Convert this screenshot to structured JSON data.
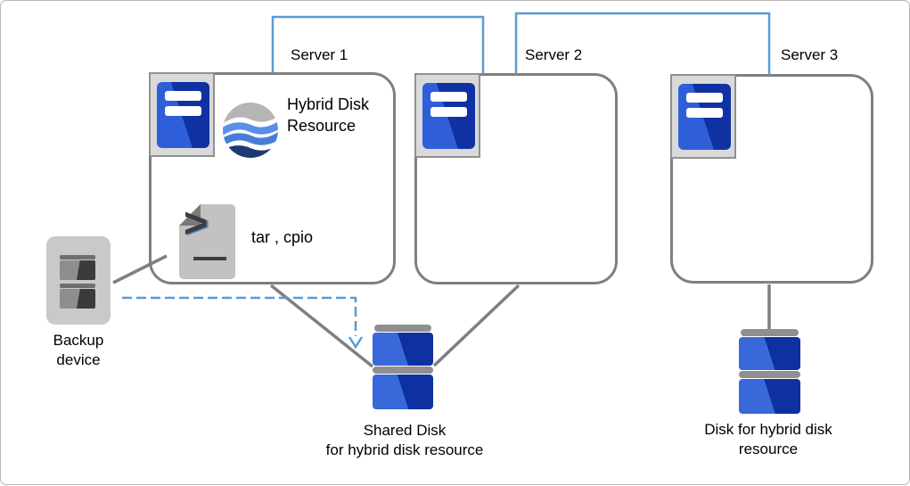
{
  "servers": [
    {
      "label": "Server 1"
    },
    {
      "label": "Server 2"
    },
    {
      "label": "Server 3"
    }
  ],
  "server1": {
    "resource_label": "Hybrid Disk Resource",
    "tools_label": "tar , cpio"
  },
  "terminal_icon": {
    "prompt_glyph": ">"
  },
  "backup_device": {
    "label_line1": "Backup",
    "label_line2": "device"
  },
  "shared_disk": {
    "label_line1": "Shared Disk",
    "label_line2": "for hybrid disk resource"
  },
  "hybrid_disk": {
    "label_line1": "Disk for hybrid disk",
    "label_line2": "resource"
  },
  "colors": {
    "interconnect_blue": "#5b9bd5",
    "connector_gray": "#7f7f7f",
    "box_border_gray": "#7f7f7f",
    "server_blue_light": "#2f5fd8",
    "server_blue_dark": "#0f31a2",
    "disk_blue_light": "#3968da",
    "disk_blue_dark": "#0e30a0",
    "icon_gray": "#c9c9c9",
    "wave_gray": "#b5b5b5",
    "wave_blue_1": "#5b8ee9",
    "wave_blue_2": "#477dd9",
    "wave_navy": "#1c3a74"
  }
}
